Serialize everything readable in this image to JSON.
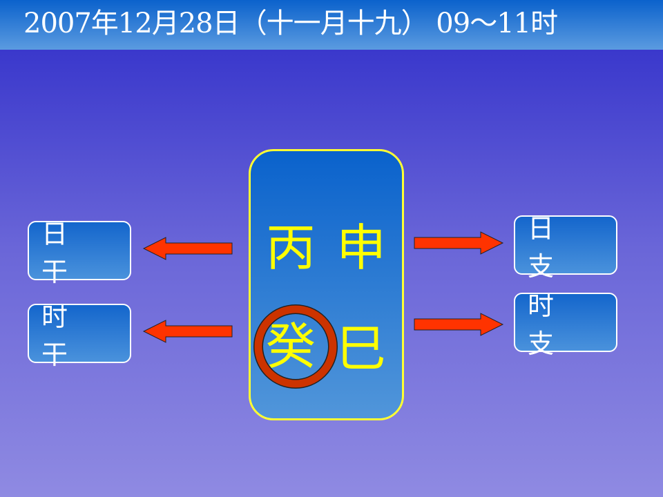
{
  "header": {
    "title": "2007年12月28日（十一月十九） 09～11时"
  },
  "left_boxes": [
    {
      "label": "日 干"
    },
    {
      "label": "时 干"
    }
  ],
  "right_boxes": [
    {
      "label": "日 支"
    },
    {
      "label": "时 支"
    }
  ],
  "center": {
    "stems": [
      "丙",
      "癸"
    ],
    "branches": [
      "申",
      "巳"
    ],
    "circled": "癸"
  },
  "colors": {
    "arrow": "#ff3300",
    "circle": "#cc3300",
    "center_text": "#ffff00"
  }
}
